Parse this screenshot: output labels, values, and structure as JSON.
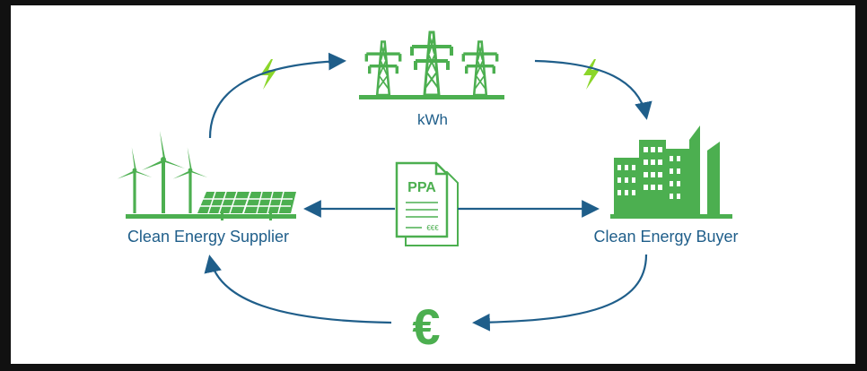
{
  "labels": {
    "kwh": "kWh",
    "supplier": "Clean Energy Supplier",
    "buyer": "Clean Energy Buyer"
  },
  "document": {
    "title": "PPA",
    "currency_mark": "€€€"
  },
  "money_symbol": "€",
  "icons": {
    "transmission": "transmission-towers-icon",
    "lightning": "lightning-bolt-icon",
    "wind": "wind-turbine-icon",
    "solar": "solar-panel-icon",
    "buildings": "city-buildings-icon",
    "contract": "contract-document-icon",
    "euro": "euro-symbol-icon"
  },
  "colors": {
    "green": "#4caf50",
    "lime": "#8bd62a",
    "blue": "#1f5e8a",
    "background": "#ffffff",
    "frame": "#111111"
  }
}
